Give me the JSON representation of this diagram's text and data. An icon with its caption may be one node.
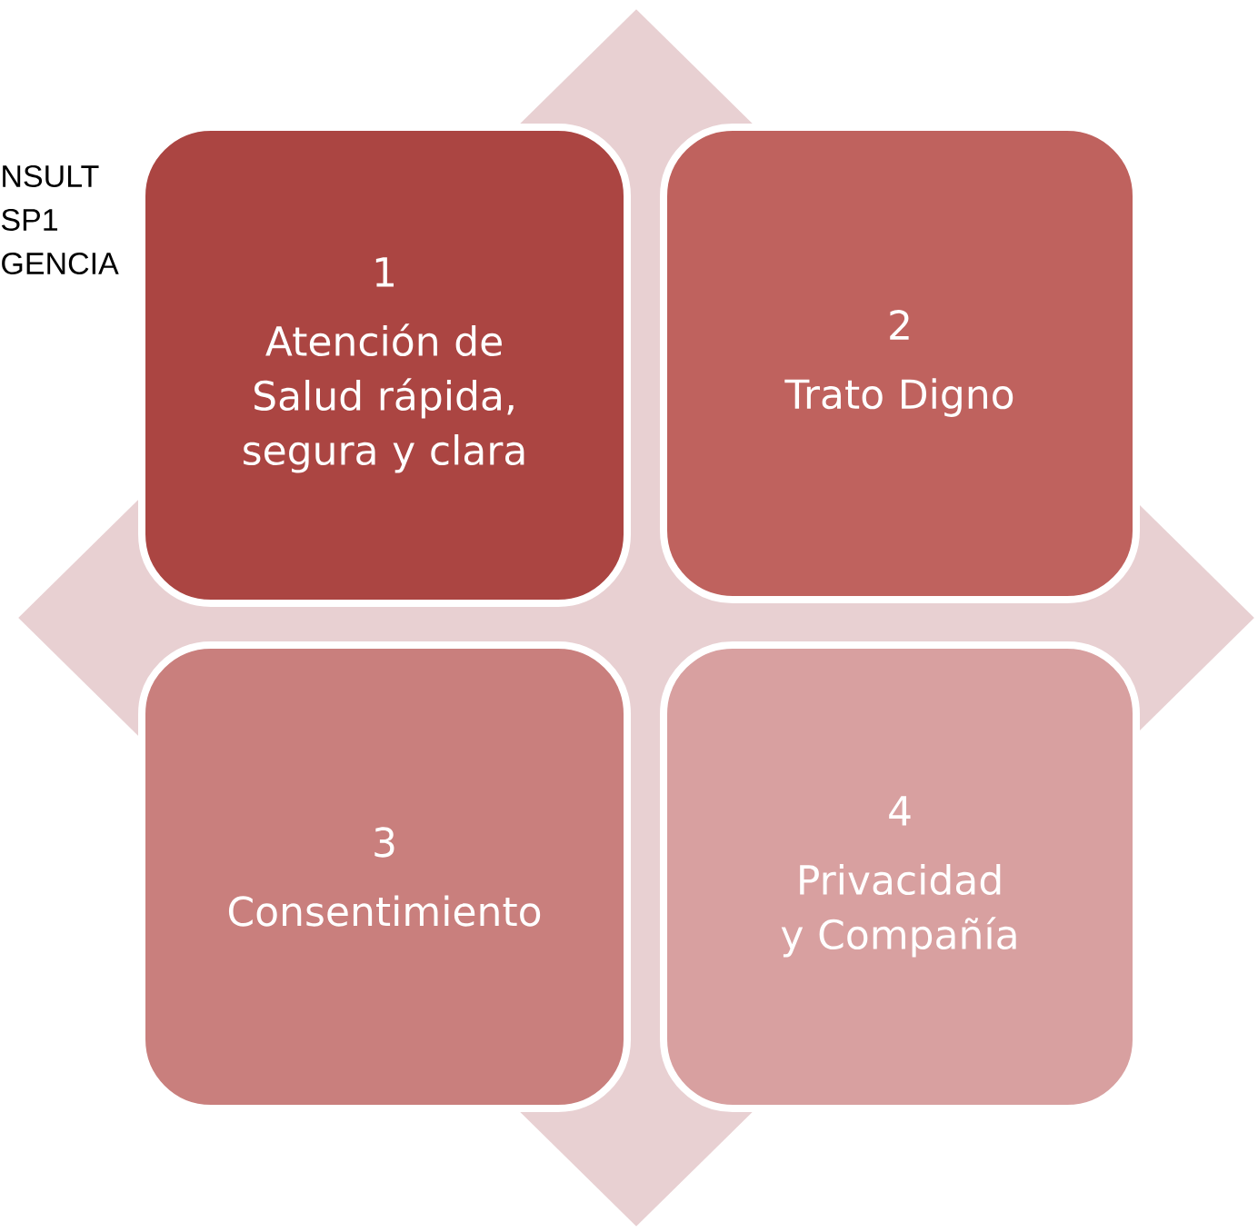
{
  "diagram": {
    "nodes": [
      {
        "text": [],
        "shape": "diamond"
      },
      {
        "text": [
          "1",
          "Atención de Salud  rápida, segura y clara"
        ],
        "in": 0
      },
      {
        "text": [
          "2",
          "Trato Digno"
        ],
        "in": 0
      },
      {
        "text": [
          "3",
          "Consentimiento"
        ],
        "in": 0
      },
      {
        "text": [
          "4",
          "Privacidad y Compañía"
        ],
        "in": 0
      }
    ],
    "labels": [
      "NSULT",
      "SP1",
      "GENCIA"
    ]
  }
}
